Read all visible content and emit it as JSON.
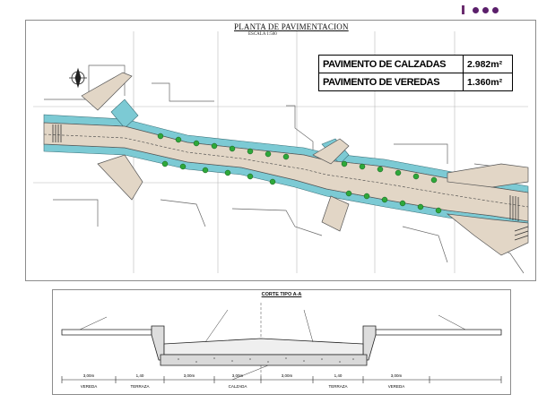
{
  "plan": {
    "title": "PLANTA DE PAVIMENTACION",
    "scale": "ESCALA 1:500",
    "table": [
      {
        "label": "PAVIMENTO DE CALZADAS",
        "value": "2.982m²"
      },
      {
        "label": "PAVIMENTO DE VEREDAS",
        "value": "1.360m²"
      }
    ]
  },
  "section": {
    "title": "CORTE TIPO A-A",
    "dims": [
      {
        "value": "3,00m",
        "label": "VEREDA"
      },
      {
        "value": "1,40",
        "label": "TERRAZA"
      },
      {
        "value": "3,00m",
        "label": ""
      },
      {
        "value": "3,00m",
        "label": "CALZADA"
      },
      {
        "value": "3,00m",
        "label": ""
      },
      {
        "value": "1,40",
        "label": "TERRAZA"
      },
      {
        "value": "3,00m",
        "label": "VEREDA"
      }
    ]
  },
  "colors": {
    "road": "#e2d6c6",
    "verge": "#7ccad4",
    "tree": "#2ea83a",
    "accent": "#5b1f6b"
  }
}
